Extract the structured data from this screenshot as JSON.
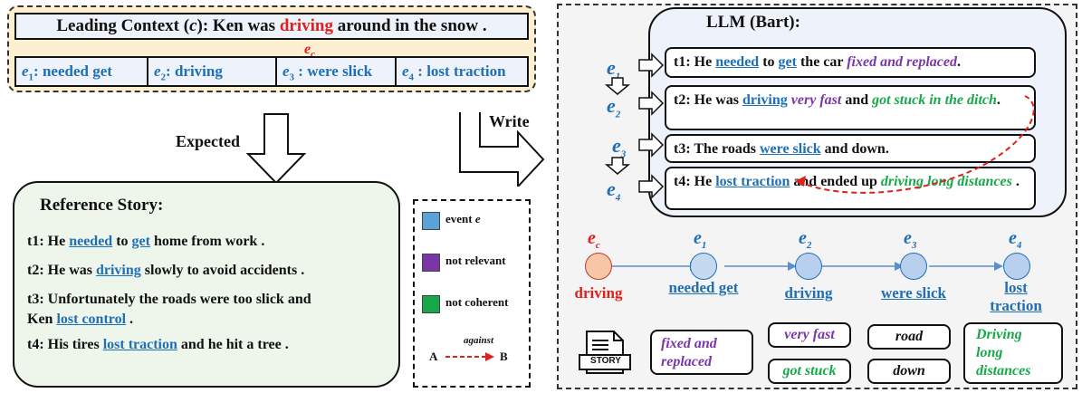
{
  "context": {
    "prefix": "Leading Context (",
    "c": "c",
    "mid": "): Ken was ",
    "keyword": "driving",
    "suffix": " around in the snow .",
    "ec_base": "e",
    "ec_sub": "c"
  },
  "events": [
    {
      "label": "e",
      "sub": "1",
      "text": ": needed get"
    },
    {
      "label": "e",
      "sub": "2",
      "text": ": driving"
    },
    {
      "label": "e",
      "sub": "3",
      "text": " : were slick"
    },
    {
      "label": "e",
      "sub": "4",
      "text": " : lost traction"
    }
  ],
  "arrows": {
    "expected": "Expected",
    "write": "Write"
  },
  "reference": {
    "title": "Reference Story:",
    "t1": {
      "a": "t1: He ",
      "u1": "needed",
      "b": " to ",
      "u2": "get",
      "c": " home from work ."
    },
    "t2": {
      "a": "t2: He was ",
      "u1": "driving",
      "b": " slowly to avoid accidents ."
    },
    "t3a": "t3: Unfortunately the roads were too slick and",
    "t3b": {
      "a": "Ken ",
      "u1": "lost control",
      "b": " ."
    },
    "t4": {
      "a": "t4: His tires ",
      "u1": "lost traction",
      "b": " and he hit a tree ."
    }
  },
  "legend": {
    "items": [
      {
        "color": "#5aa3d9",
        "label": "event ",
        "var": "e"
      },
      {
        "color": "#7a36a8",
        "label": "not relevant",
        "var": ""
      },
      {
        "color": "#17a84a",
        "label": "not coherent",
        "var": ""
      }
    ],
    "against": "against",
    "a": "A",
    "b": "B"
  },
  "llm": {
    "title": "LLM (Bart):",
    "side_events": [
      "1",
      "2",
      "3",
      "4"
    ],
    "t1": {
      "a": "t1: He ",
      "u1": "needed",
      "b": " to ",
      "u2": "get",
      "c": " the car ",
      "p": "fixed and replaced",
      "d": "."
    },
    "t2": {
      "a": "t2: He was ",
      "u1": "driving",
      "b": " ",
      "p": "very fast",
      "c": " and ",
      "g": "got stuck in the ditch",
      "d": "."
    },
    "t3": {
      "a": "t3: The roads ",
      "u1": "were slick",
      "b": " and down."
    },
    "t4": {
      "a": "t4: He ",
      "u1": "lost traction",
      "b": " and ended up ",
      "g": "driving long distances",
      "c": " ."
    }
  },
  "chain": {
    "nodes": [
      {
        "e": "e",
        "sub": "c",
        "label": "driving",
        "color": "#f6c6a6",
        "border": "#c0392b",
        "text_color": "#e0201b"
      },
      {
        "e": "e",
        "sub": "1",
        "label": "needed get",
        "color": "#c5daf0",
        "border": "#1f6fb5",
        "text_color": "#1f6fb5"
      },
      {
        "e": "e",
        "sub": "2",
        "label": "driving",
        "color": "#b9cfee",
        "border": "#1f6fb5",
        "text_color": "#1f6fb5"
      },
      {
        "e": "e",
        "sub": "3",
        "label": "were slick",
        "color": "#b9cfee",
        "border": "#1f6fb5",
        "text_color": "#1f6fb5"
      },
      {
        "e": "e",
        "sub": "4",
        "label": "lost traction",
        "color": "#b9cfee",
        "border": "#1f6fb5",
        "text_color": "#1f6fb5"
      }
    ]
  },
  "story_icon": "STORY",
  "chips": {
    "fixed": "fixed and replaced",
    "very_fast": "very fast",
    "got_stuck": "got stuck",
    "road": "road",
    "down": "down",
    "driving_long": "Driving long distances"
  }
}
